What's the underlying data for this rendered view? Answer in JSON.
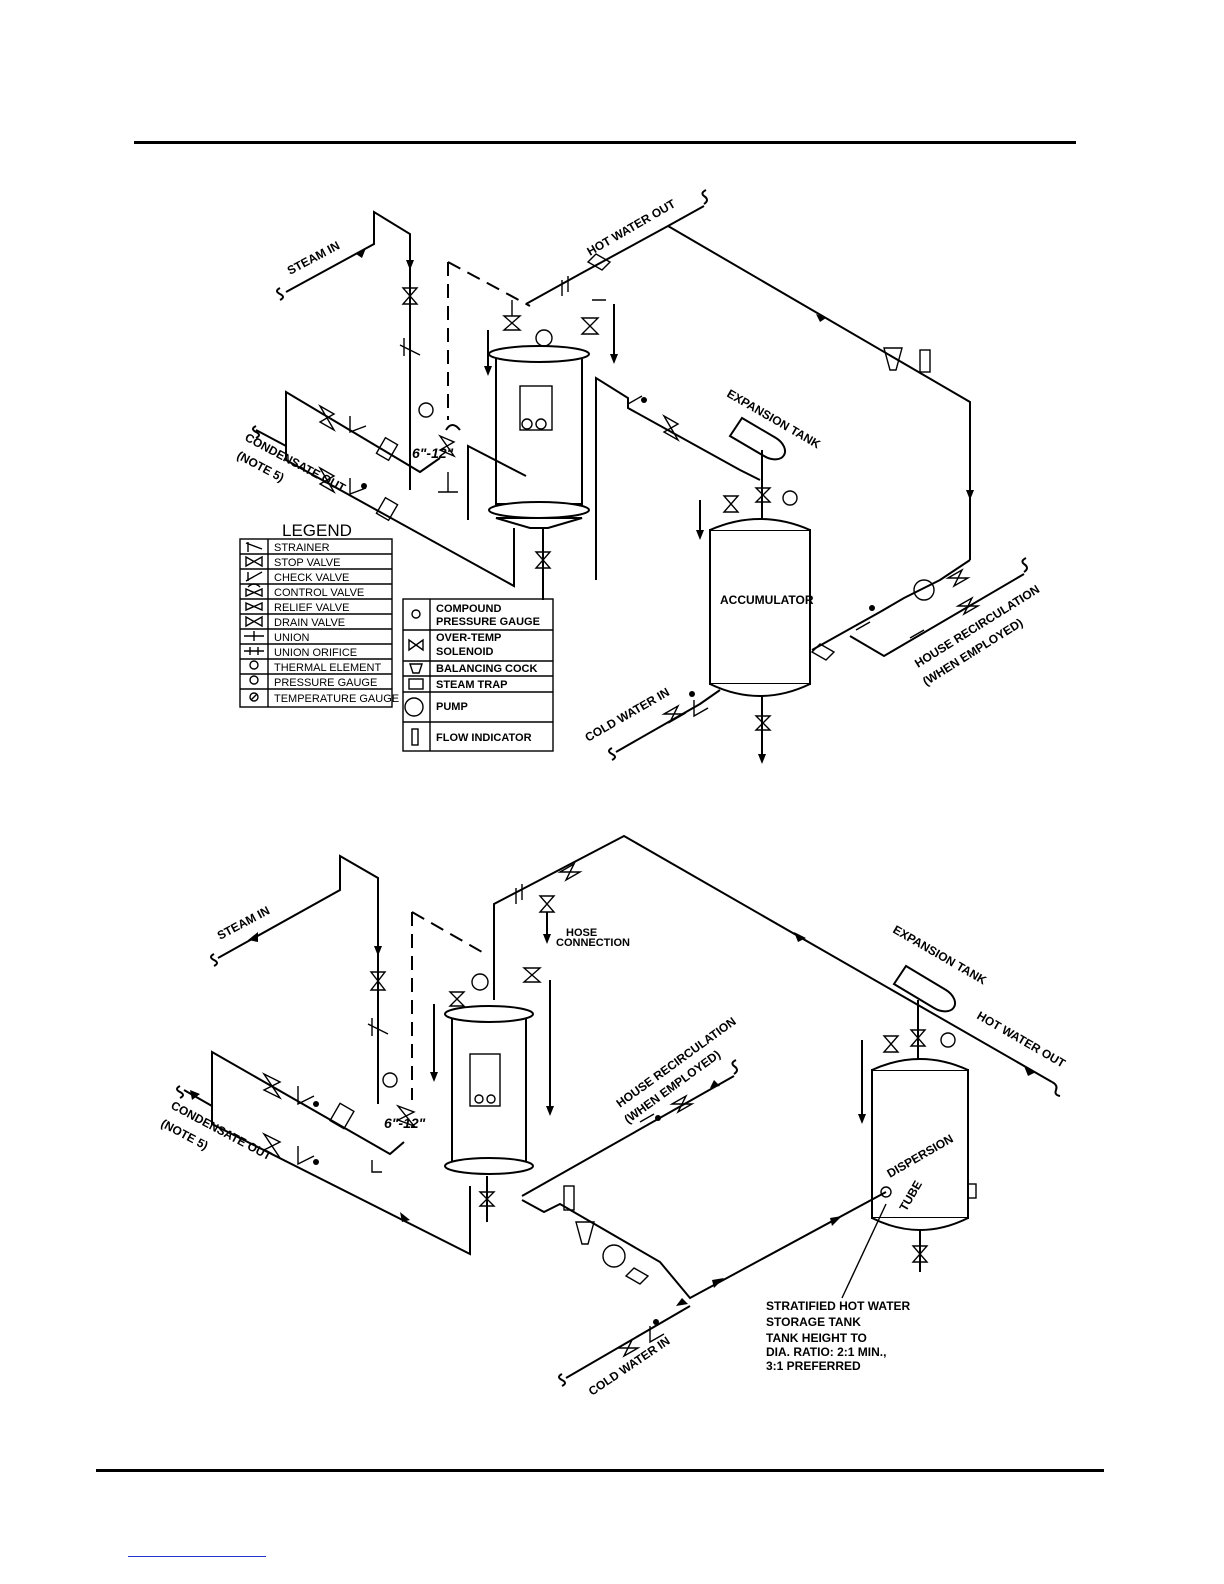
{
  "diagram1": {
    "labels": {
      "steam_in": "STEAM IN",
      "hot_water_out": "HOT WATER OUT",
      "condensate_out": "CONDENSATE OUT",
      "note5": "(NOTE 5)",
      "dim": "6\"-12\"",
      "expansion_tank": "EXPANSION TANK",
      "accumulator": "ACCUMULATOR",
      "house_recirc": "HOUSE RECIRCULATION",
      "when_employed": "(WHEN EMPLOYED)",
      "cold_water_in": "COLD WATER IN"
    },
    "legend": {
      "title": "LEGEND",
      "items_left": [
        "STRAINER",
        "STOP VALVE",
        "CHECK VALVE",
        "CONTROL VALVE",
        "RELIEF VALVE",
        "DRAIN VALVE",
        "UNION",
        "UNION ORIFICE",
        "THERMAL ELEMENT",
        "PRESSURE GAUGE",
        "TEMPERATURE GAUGE"
      ],
      "items_right": [
        {
          "l1": "COMPOUND",
          "l2": "PRESSURE GAUGE"
        },
        {
          "l1": "OVER-TEMP",
          "l2": "SOLENOID"
        },
        {
          "l1": "BALANCING COCK",
          "l2": ""
        },
        {
          "l1": "STEAM TRAP",
          "l2": ""
        },
        {
          "l1": "PUMP",
          "l2": ""
        },
        {
          "l1": "FLOW INDICATOR",
          "l2": ""
        }
      ]
    }
  },
  "diagram2": {
    "labels": {
      "steam_in": "STEAM IN",
      "hose": "HOSE",
      "connection": "CONNECTION",
      "expansion_tank": "EXPANSION TANK",
      "hot_water_out": "HOT WATER OUT",
      "condensate_out": "CONDENSATE OUT",
      "note5": "(NOTE 5)",
      "dim": "6\"-12\"",
      "house_recirc": "HOUSE RECIRCULATION",
      "when_employed": "(WHEN EMPLOYED)",
      "dispersion": "DISPERSION",
      "tube": "TUBE",
      "cold_water_in": "COLD WATER IN",
      "note_lines": [
        "STRATIFIED HOT WATER",
        "STORAGE TANK",
        "TANK HEIGHT TO",
        "DIA. RATIO: 2:1 MIN.,",
        "3:1 PREFERRED"
      ]
    }
  }
}
